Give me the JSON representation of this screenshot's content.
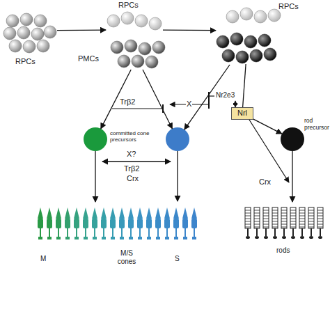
{
  "diagram": {
    "nodes": [
      {
        "text": [
          "RPCs"
        ]
      },
      {
        "text": [
          "RPCs"
        ]
      },
      {
        "text": [
          "PMCs"
        ]
      },
      {
        "text": [
          "RPCs"
        ]
      },
      {
        "text": [
          "Nrl"
        ]
      },
      {
        "text": [
          "committed cone precursors"
        ]
      },
      {
        "text": [
          "rod precursor"
        ]
      },
      {
        "text": [
          "M",
          "M/S cones",
          "S"
        ]
      },
      {
        "text": [
          "rods"
        ]
      }
    ],
    "edges": [
      {
        "from": 0,
        "to": 1,
        "arrow": "to"
      },
      {
        "from": 1,
        "to": 3,
        "arrow": "to"
      },
      {
        "from": 2,
        "to": 5,
        "arrow": "to"
      },
      {
        "from": 3,
        "to": 4,
        "arrow": "none"
      },
      {
        "from": 4,
        "to": 6,
        "arrow": "to"
      },
      {
        "from": 5,
        "to": 7,
        "arrow": "to"
      },
      {
        "from": 6,
        "to": 8,
        "arrow": "to"
      }
    ],
    "labels": [
      "Trβ2",
      "X",
      "Nr2e3",
      "X?",
      "Trβ2",
      "Crx",
      "Crx"
    ]
  }
}
